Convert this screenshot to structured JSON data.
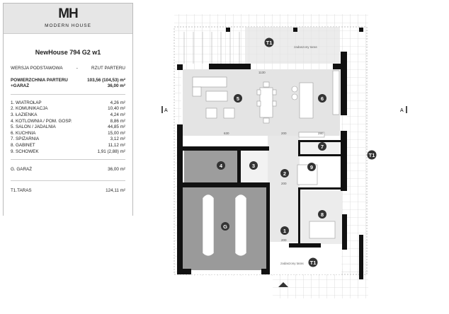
{
  "brand": {
    "logo": "MH",
    "name": "MODERN HOUSE"
  },
  "project_title": "NewHouse 794 G2 w1",
  "version": {
    "left": "WERSJA  PODSTAWOWA",
    "sep": "-",
    "right": "RZUT PARTERU"
  },
  "areas": [
    {
      "label": "POWIERZCHNIA PARTERU",
      "value": "103,56 (104,53) m²"
    },
    {
      "label": "+GARAŻ",
      "value": "36,00 m²"
    }
  ],
  "rooms": [
    {
      "label": "1.  WIATROŁAP",
      "value": "4,26 m²"
    },
    {
      "label": "2.  KOMUNIKACJA",
      "value": "10,40 m²"
    },
    {
      "label": "3.  ŁAZIENKA",
      "value": "4,24 m²"
    },
    {
      "label": "4.  KOTLOWNIA / POM. GOSP.",
      "value": "8,86 m²"
    },
    {
      "label": "5.  SALON / JADALNIA",
      "value": "44,85 m²"
    },
    {
      "label": "6.  KUCHNIA",
      "value": "15,00 m²"
    },
    {
      "label": "7.  SPIŻARNIA",
      "value": "3,12 m²"
    },
    {
      "label": "8.  GABINET",
      "value": "11,12 m²"
    },
    {
      "label": "9.  SCHOWEK",
      "value": "1,91 (2,88) m²"
    }
  ],
  "garage": {
    "label": "G. GARAŻ",
    "value": "36,00 m²"
  },
  "terrace": {
    "label": "T1.TARAS",
    "value": "124,11 m²"
  },
  "plan": {
    "section_marker": "A",
    "covered_terrace": "zadaszony taras",
    "terrace_tag": "T1",
    "garage_tag": "G",
    "room_numbers": [
      "1",
      "2",
      "3",
      "4",
      "5",
      "6",
      "7",
      "8",
      "9"
    ],
    "dimensions": {
      "width_top": "1130",
      "living_left": "630",
      "living_mid": "200",
      "kitchen": "280",
      "hall": "200",
      "entry": "200"
    }
  }
}
